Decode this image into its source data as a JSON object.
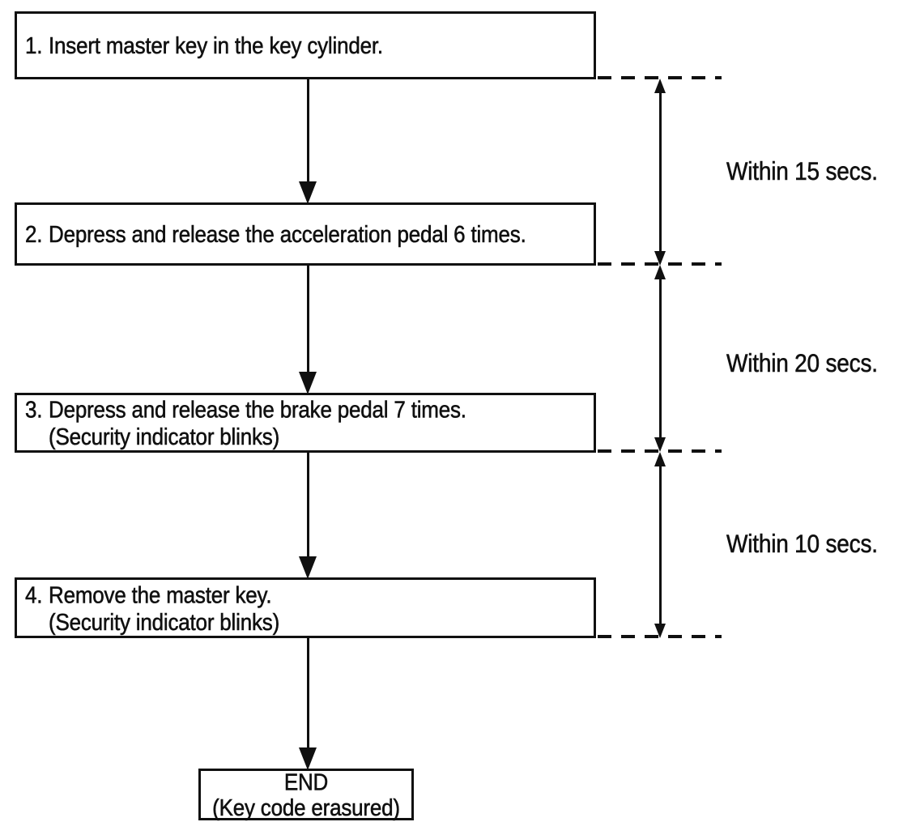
{
  "diagram": {
    "colors": {
      "ink": "#101010",
      "background": "#ffffff"
    },
    "icons": {
      "flow_arrow_icon": "▼ solid down-arrow connector",
      "double_arrow_icon": "↕ double-headed interval arrow",
      "dashed_line": "horizontal dashed extension line"
    },
    "steps": [
      {
        "number": "1.",
        "lines": [
          "Insert master key in the key cylinder."
        ]
      },
      {
        "number": "2.",
        "lines": [
          "Depress and release the acceleration pedal 6 times."
        ]
      },
      {
        "number": "3.",
        "lines": [
          "Depress and release the brake pedal 7 times.",
          "(Security indicator blinks)"
        ]
      },
      {
        "number": "4.",
        "lines": [
          "Remove the master key.",
          "(Security indicator blinks)"
        ]
      }
    ],
    "end_box": {
      "title": "END",
      "subtitle": "(Key code erasured)"
    },
    "timing_labels": [
      "Within 15 secs.",
      "Within 20 secs.",
      "Within 10 secs."
    ]
  }
}
